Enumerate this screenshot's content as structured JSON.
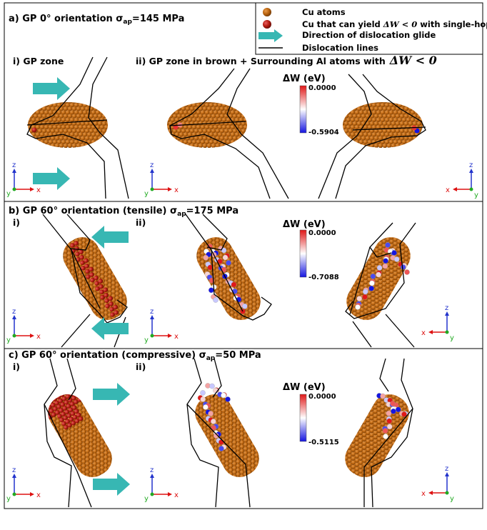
{
  "colors": {
    "cu": "#b8620d",
    "cu_yield": "#b31b10",
    "arrow": "#37b7b3",
    "dislocation": "#000000",
    "cb_low": "#1515e0",
    "cb_mid": "#ffffff",
    "cb_high": "#e01818",
    "axis_x": "#dd1111",
    "axis_y": "#22aa22",
    "axis_z": "#2233cc"
  },
  "legend": {
    "cu_atoms": "Cu atoms",
    "cu_yield_pre": "Cu that can yield",
    "cu_yield_math": "ΔW < 0",
    "cu_yield_post": "with single-hop",
    "glide": "Direction of dislocation glide",
    "lines": "Dislocation lines"
  },
  "panels": [
    {
      "title_pre": "a) GP 0° orientation σ",
      "title_sub": "ap",
      "title_post": "=145 MPa",
      "sub_i": "i)  GP zone",
      "sub_ii_pre": "ii) GP zone in brown + Surrounding Al atoms with",
      "sub_ii_math": "ΔW < 0",
      "colorbar": {
        "label": "ΔW (eV)",
        "max": "0.0000",
        "min": "-0.5904"
      }
    },
    {
      "title_pre": "b) GP 60° orientation (tensile) σ",
      "title_sub": "ap",
      "title_post": "=175 MPa",
      "sub_i": "i)",
      "sub_ii": "ii)",
      "colorbar": {
        "label": "ΔW (eV)",
        "max": "0.0000",
        "min": "-0.7088"
      }
    },
    {
      "title_pre": "c) GP 60° orientation (compressive) σ",
      "title_sub": "ap",
      "title_post": "=50 MPa",
      "sub_i": "i)",
      "sub_ii": "ii)",
      "colorbar": {
        "label": "ΔW (eV)",
        "max": "0.0000",
        "min": "-0.5115"
      }
    }
  ],
  "axes": {
    "x": "x",
    "y": "y",
    "z": "z"
  }
}
